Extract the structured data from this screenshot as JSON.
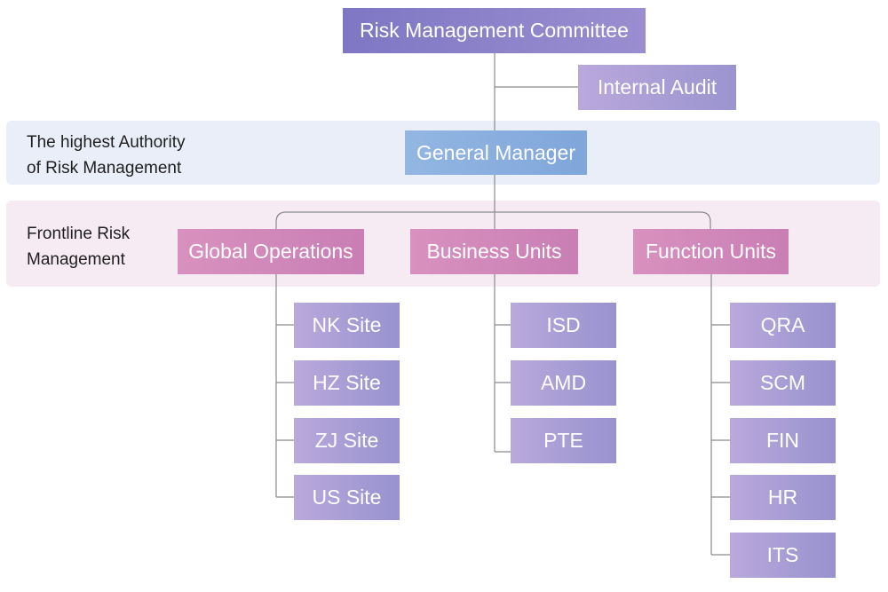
{
  "bands": {
    "authority_label": "The highest Authority\nof Risk Management",
    "frontline_label": "Frontline Risk\nManagement"
  },
  "top": {
    "committee": "Risk Management Committee",
    "internal_audit": "Internal Audit",
    "general_manager": "General Manager"
  },
  "units": [
    {
      "label": "Global Operations",
      "children": [
        "NK Site",
        "HZ Site",
        "ZJ Site",
        "US Site"
      ]
    },
    {
      "label": "Business Units",
      "children": [
        "ISD",
        "AMD",
        "PTE"
      ]
    },
    {
      "label": "Function Units",
      "children": [
        "QRA",
        "SCM",
        "FIN",
        "HR",
        "ITS"
      ]
    }
  ],
  "colors": {
    "committee": "#8a82c9",
    "internal_audit": "#aa9ed5",
    "general_manager": "#89aedd",
    "unit": "#d088ba",
    "leaf": "#a89dd4",
    "authority_band": "#eaeef8",
    "frontline_band": "#f6eaf3",
    "connector": "#8a8a8a"
  }
}
